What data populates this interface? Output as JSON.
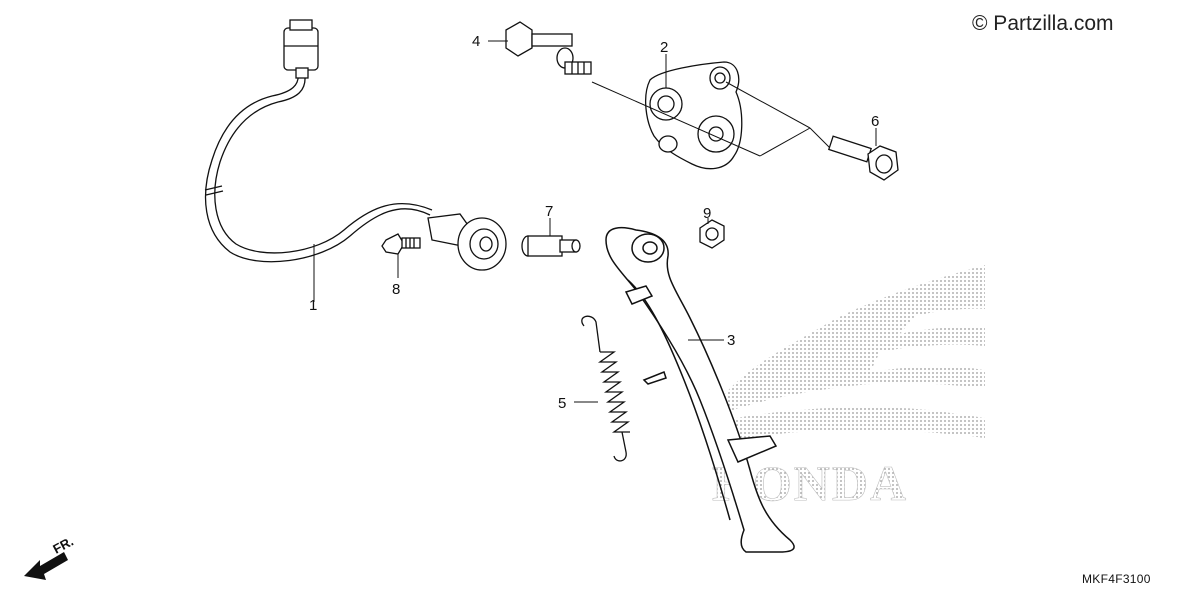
{
  "watermark": {
    "text": "© Partzilla.com"
  },
  "diagram_code": "MKF4F3100",
  "direction_indicator": {
    "text": "FR."
  },
  "logo": {
    "text": "HONDA"
  },
  "callouts": [
    "1",
    "2",
    "3",
    "4",
    "5",
    "6",
    "7",
    "8",
    "9"
  ],
  "colors": {
    "line": "#111111",
    "logo_dots": "#9a9a9a"
  }
}
